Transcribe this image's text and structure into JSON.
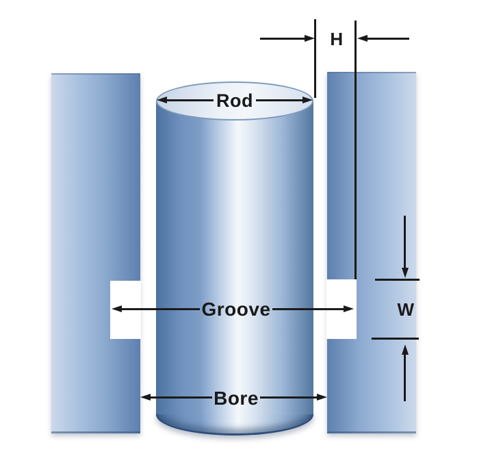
{
  "diagram": {
    "description": "Rod seal gland cross-section diagram",
    "labels": {
      "rod": "Rod",
      "groove": "Groove",
      "bore": "Bore",
      "gland_depth": "H",
      "groove_width": "W"
    },
    "colors": {
      "line": "#1a1a1a",
      "label": "#1a1a1a",
      "background": "#ffffff",
      "wall_light": "#cdd9eb",
      "wall_mid": "#8aa7cd",
      "wall_dark": "#5d80af",
      "rod_edge_left": "#4d72a1",
      "rod_mid": "#7e9ec8",
      "rod_light": "#b9cde5",
      "rod_highlight": "#f4f8fc",
      "rod_edge_right": "#54779f",
      "cap_top_light": "#edf2f8",
      "cap_top_shade": "#c5d3e5",
      "cap_top_border": "#7e99bb",
      "cap_bottom_border": "#2e4e7c"
    }
  }
}
